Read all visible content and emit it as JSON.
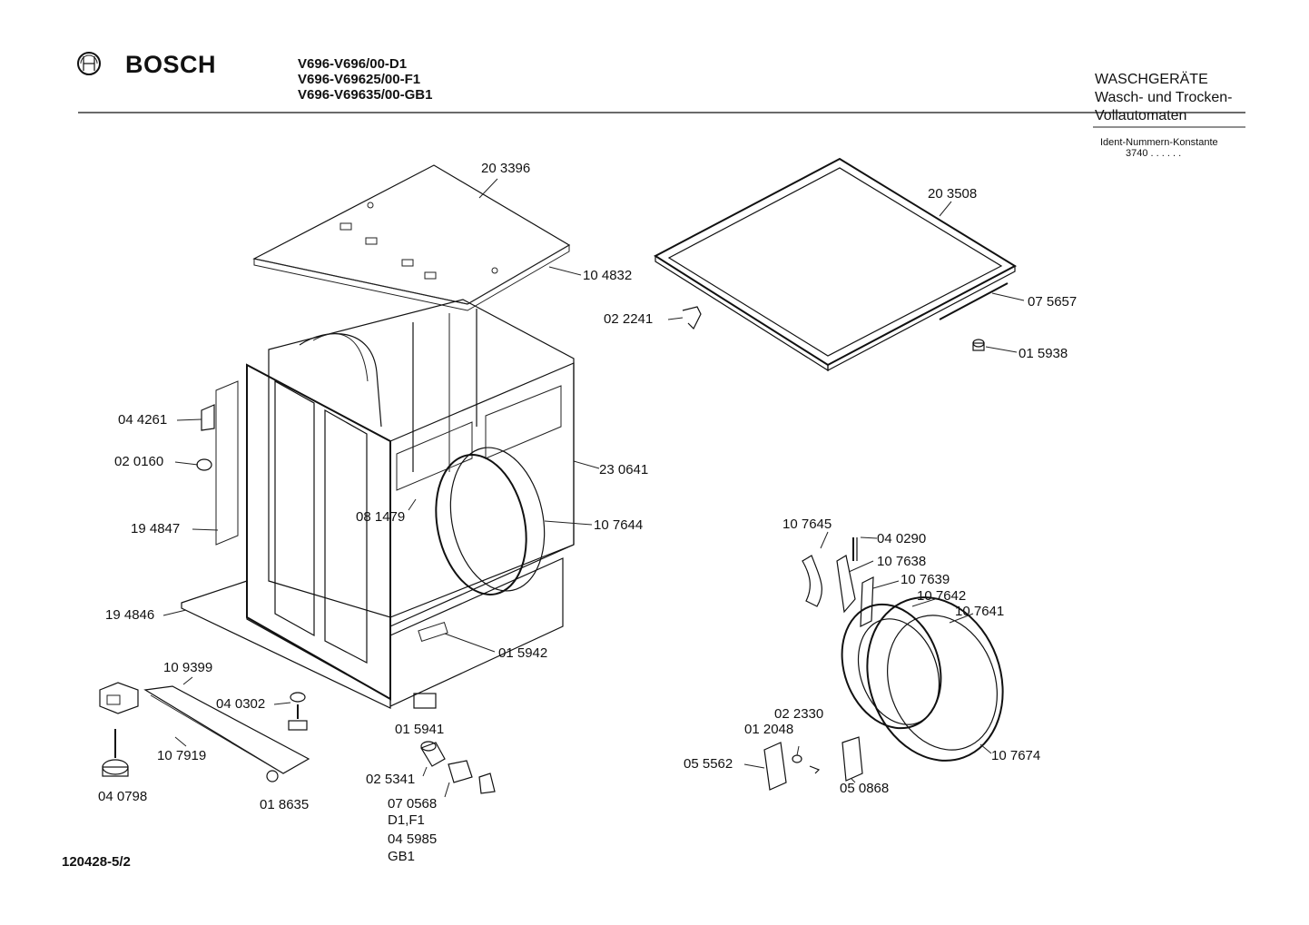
{
  "header": {
    "brand": "BOSCH",
    "models": [
      "V696-V696/00-D1",
      "V696-V69625/00-F1",
      "V696-V69635/00-GB1"
    ],
    "category": [
      "WASCHGERÄTE",
      "Wasch- und Trocken-",
      "Vollautomaten"
    ],
    "ident_label": "Ident-Nummern-Konstante",
    "ident_value": "3740 . . . . . ."
  },
  "icons": {
    "logo": "bosch-armature-icon"
  },
  "parts": [
    "20 3396",
    "10 4832",
    "20 3508",
    "07 5657",
    "02 2241",
    "01 5938",
    "04 4261",
    "02 0160",
    "23 0641",
    "08 1479",
    "10 7644",
    "19 4847",
    "19 4846",
    "01 5942",
    "10 9399",
    "04 0302",
    "10 7919",
    "04 0798",
    "01 8635",
    "01 5941",
    "02 5341",
    "07 0568",
    "D1,F1",
    "04 5985",
    "GB1",
    "10 7645",
    "04 0290",
    "10 7638",
    "10 7639",
    "10 7642",
    "10 7641",
    "02 2330",
    "01 2048",
    "05 5562",
    "05 0868",
    "10 7674"
  ],
  "footer": {
    "doc_id": "120428-5/2"
  }
}
